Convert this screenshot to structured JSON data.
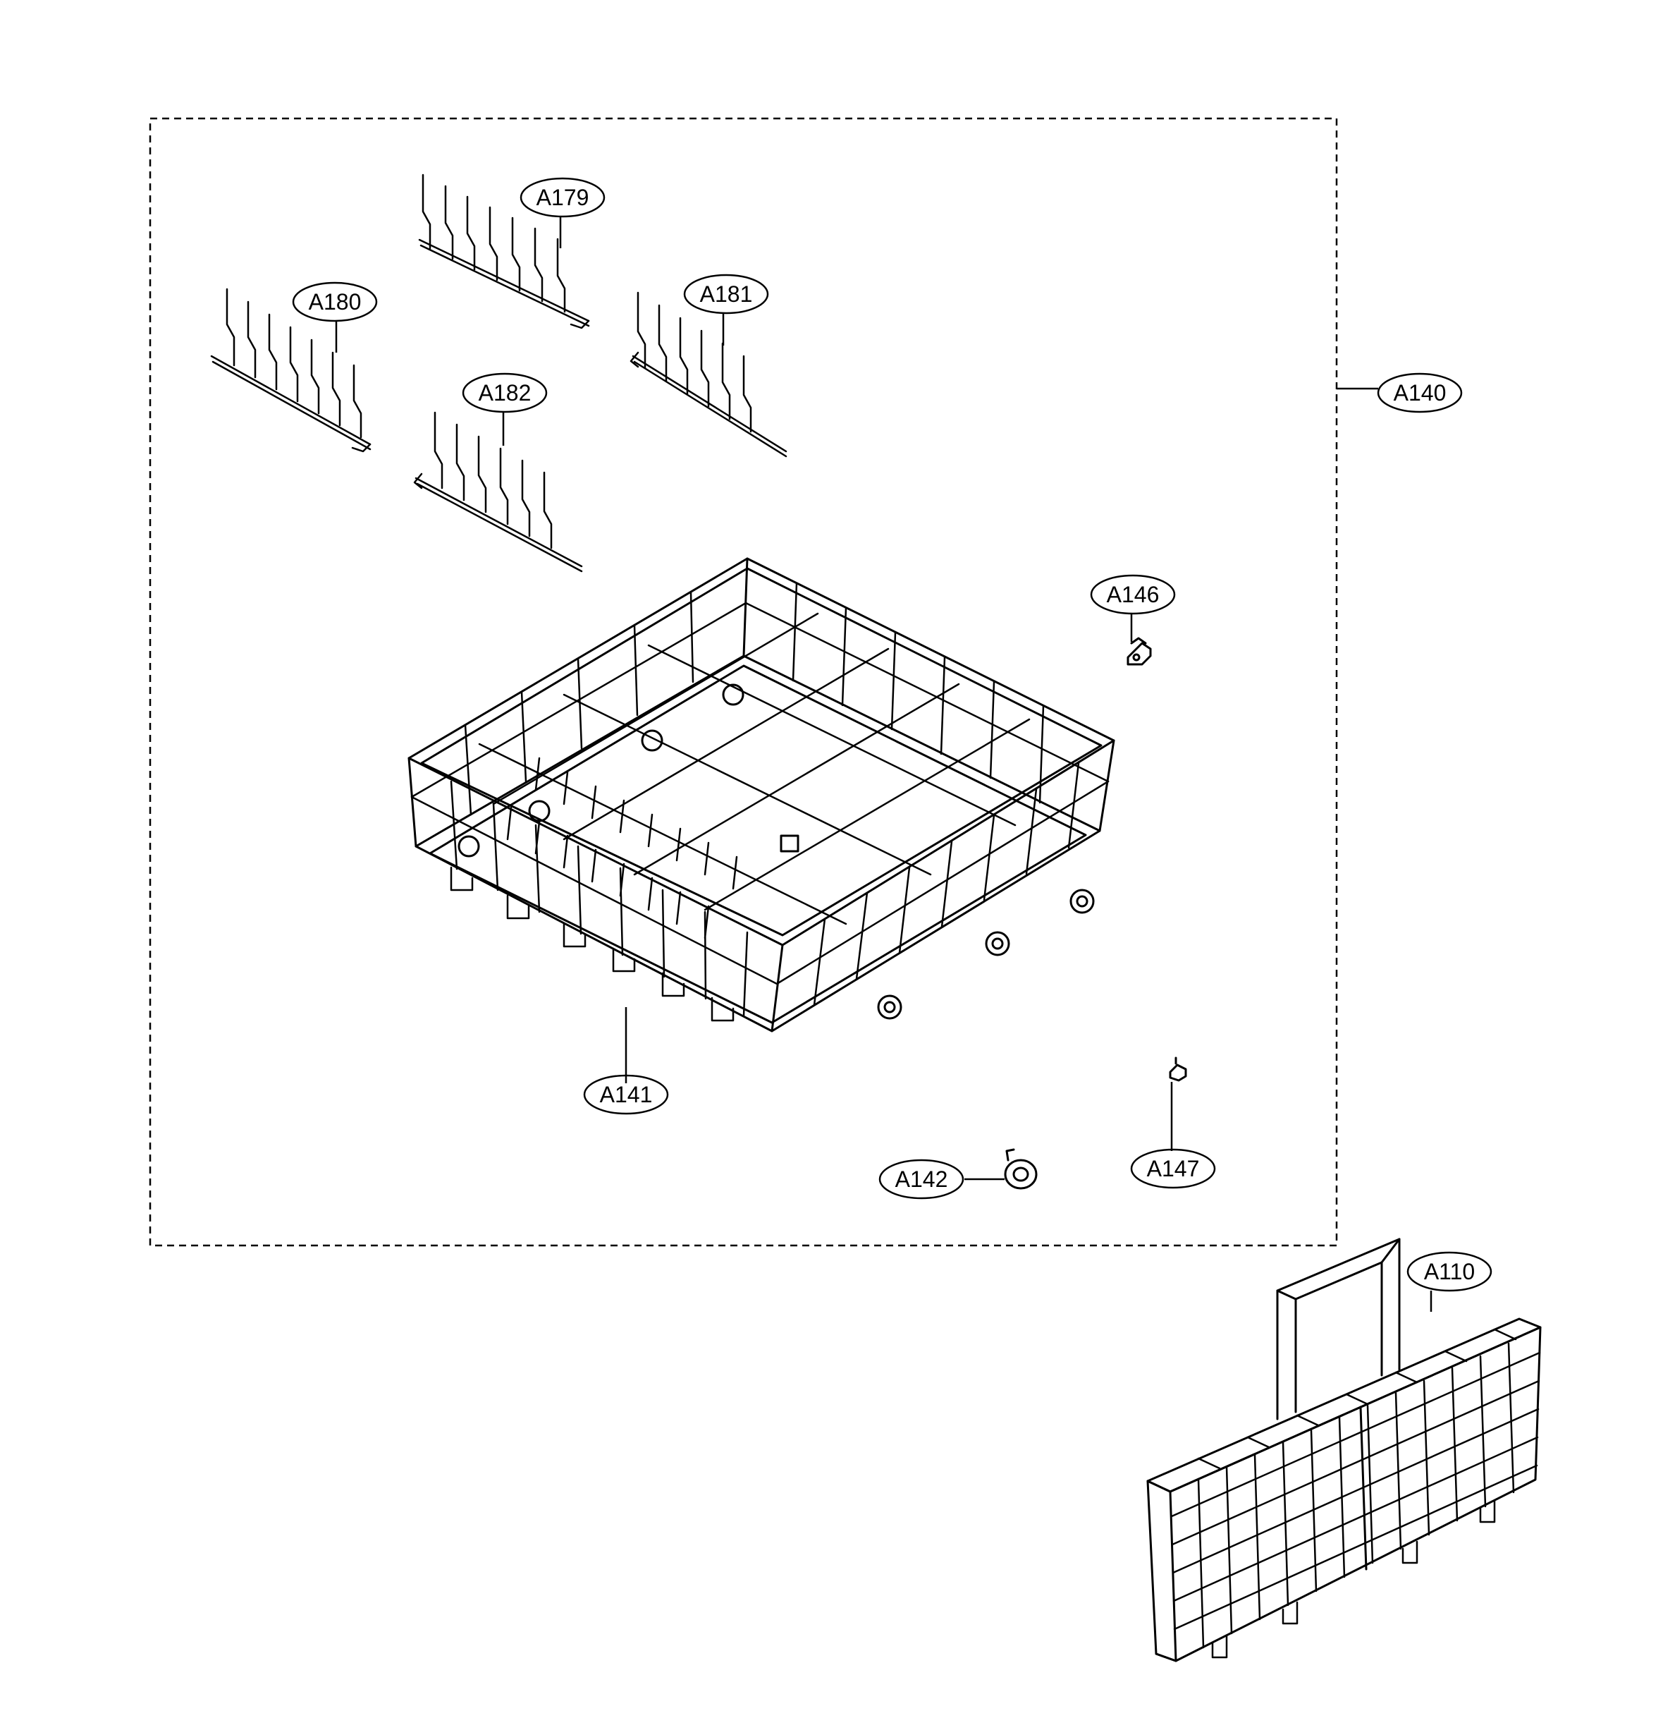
{
  "callouts": {
    "a140": "A140",
    "a179": "A179",
    "a180": "A180",
    "a181": "A181",
    "a182": "A182",
    "a146": "A146",
    "a141": "A141",
    "a142": "A142",
    "a147": "A147",
    "a110": "A110"
  }
}
